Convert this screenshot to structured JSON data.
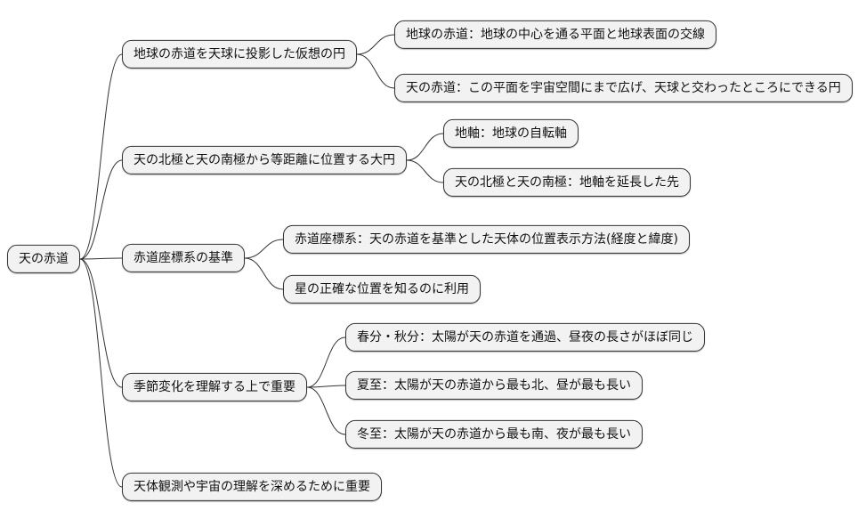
{
  "diagram": {
    "root": {
      "label": "天の赤道"
    },
    "branches": [
      {
        "label": "地球の赤道を天球に投影した仮想の円",
        "children": [
          {
            "label": "地球の赤道：地球の中心を通る平面と地球表面の交線"
          },
          {
            "label": "天の赤道：この平面を宇宙空間にまで広げ、天球と交わったところにできる円"
          }
        ]
      },
      {
        "label": "天の北極と天の南極から等距離に位置する大円",
        "children": [
          {
            "label": "地軸：地球の自転軸"
          },
          {
            "label": "天の北極と天の南極：地軸を延長した先"
          }
        ]
      },
      {
        "label": "赤道座標系の基準",
        "children": [
          {
            "label": "赤道座標系：天の赤道を基準とした天体の位置表示方法(経度と緯度)"
          },
          {
            "label": "星の正確な位置を知るのに利用"
          }
        ]
      },
      {
        "label": "季節変化を理解する上で重要",
        "children": [
          {
            "label": "春分・秋分：太陽が天の赤道を通過、昼夜の長さがほぼ同じ"
          },
          {
            "label": "夏至：太陽が天の赤道から最も北、昼が最も長い"
          },
          {
            "label": "冬至：太陽が天の赤道から最も南、夜が最も長い"
          }
        ]
      },
      {
        "label": "天体観測や宇宙の理解を深めるために重要",
        "children": []
      }
    ]
  },
  "colors": {
    "background": "#ffffff",
    "node_fill": "#f2f2f2",
    "node_border": "#333333",
    "connector": "#333333"
  }
}
